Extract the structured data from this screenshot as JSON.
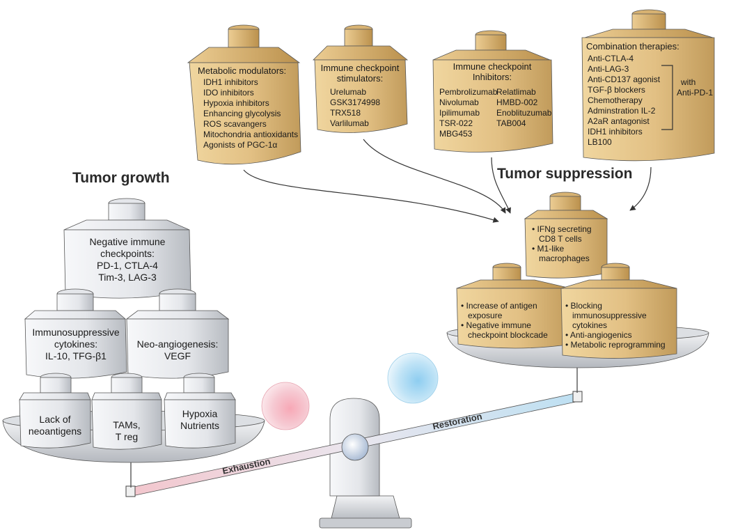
{
  "colors": {
    "gold_light": "#e6c589",
    "gold_dark": "#b9914e",
    "gray_light": "#eef0f3",
    "gray_dark": "#a9adb3",
    "exhaustion_pink": "#f4c7ce",
    "restoration_blue": "#c4e4f4",
    "arrow": "#333333"
  },
  "headings": {
    "tumor_growth": "Tumor growth",
    "tumor_suppression": "Tumor suppression"
  },
  "beam": {
    "left_label": "Exhaustion",
    "right_label": "Restoration"
  },
  "top_weights": {
    "metabolic": {
      "title": "Metabolic modulators:",
      "items": [
        "IDH1 inhibitors",
        "IDO inhibitors",
        "Hypoxia inhibitors",
        "Enhancing glycolysis",
        "ROS scavangers",
        "Mitochondria antioxidants",
        "Agonists of PGC-1α"
      ]
    },
    "stimulators": {
      "title_line1": "Immune checkpoint",
      "title_line2": "stimulators:",
      "items": [
        "Urelumab",
        "GSK3174998",
        "TRX518",
        "Varlilumab"
      ]
    },
    "inhibitors": {
      "title_line1": "Immune checkpoint",
      "title_line2": "Inhibitors:",
      "col1": [
        "Pembrolizumab",
        "Nivolumab",
        "Ipilimumab",
        "TSR-022",
        "MBG453"
      ],
      "col2": [
        "Relatlimab",
        "HMBD-002",
        "Enoblituzumab",
        "TAB004"
      ]
    },
    "combination": {
      "title": "Combination therapies:",
      "items": [
        "Anti-CTLA-4",
        "Anti-LAG-3",
        "Anti-CD137 agonist",
        "TGF-β blockers",
        "Chemotherapy",
        "Adminstration IL-2",
        "A2aR antagonist",
        "IDH1 inhibitors",
        "LB100"
      ],
      "with_line1": "with",
      "with_line2": "Anti-PD-1"
    }
  },
  "growth_weights": {
    "checkpoints": {
      "l1": "Negative immune",
      "l2": "checkpoints:",
      "l3": "PD-1, CTLA-4",
      "l4": "Tim-3,  LAG-3"
    },
    "cytokines": {
      "l1": "Immunosuppressive",
      "l2": "cytokines:",
      "l3": "IL-10, TFG-β1"
    },
    "angio": {
      "l1": "Neo-angiogenesis:",
      "l2": "VEGF"
    },
    "neoantigens": {
      "l1": "Lack of",
      "l2": "neoantigens"
    },
    "tams": {
      "l1": "TAMs,",
      "l2": "T reg"
    },
    "hypoxia": {
      "l1": "Hypoxia",
      "l2": "Nutrients"
    }
  },
  "suppression_weights": {
    "top": [
      "IFNg secreting CD8 T cells",
      "M1-like macrophages"
    ],
    "left": [
      "Increase of antigen exposure",
      "Negative immune checkpoint blockcade"
    ],
    "right": [
      "Blocking immunosuppressive cytokines",
      "Anti-angiogenics",
      "Metabolic reprogramming"
    ]
  }
}
